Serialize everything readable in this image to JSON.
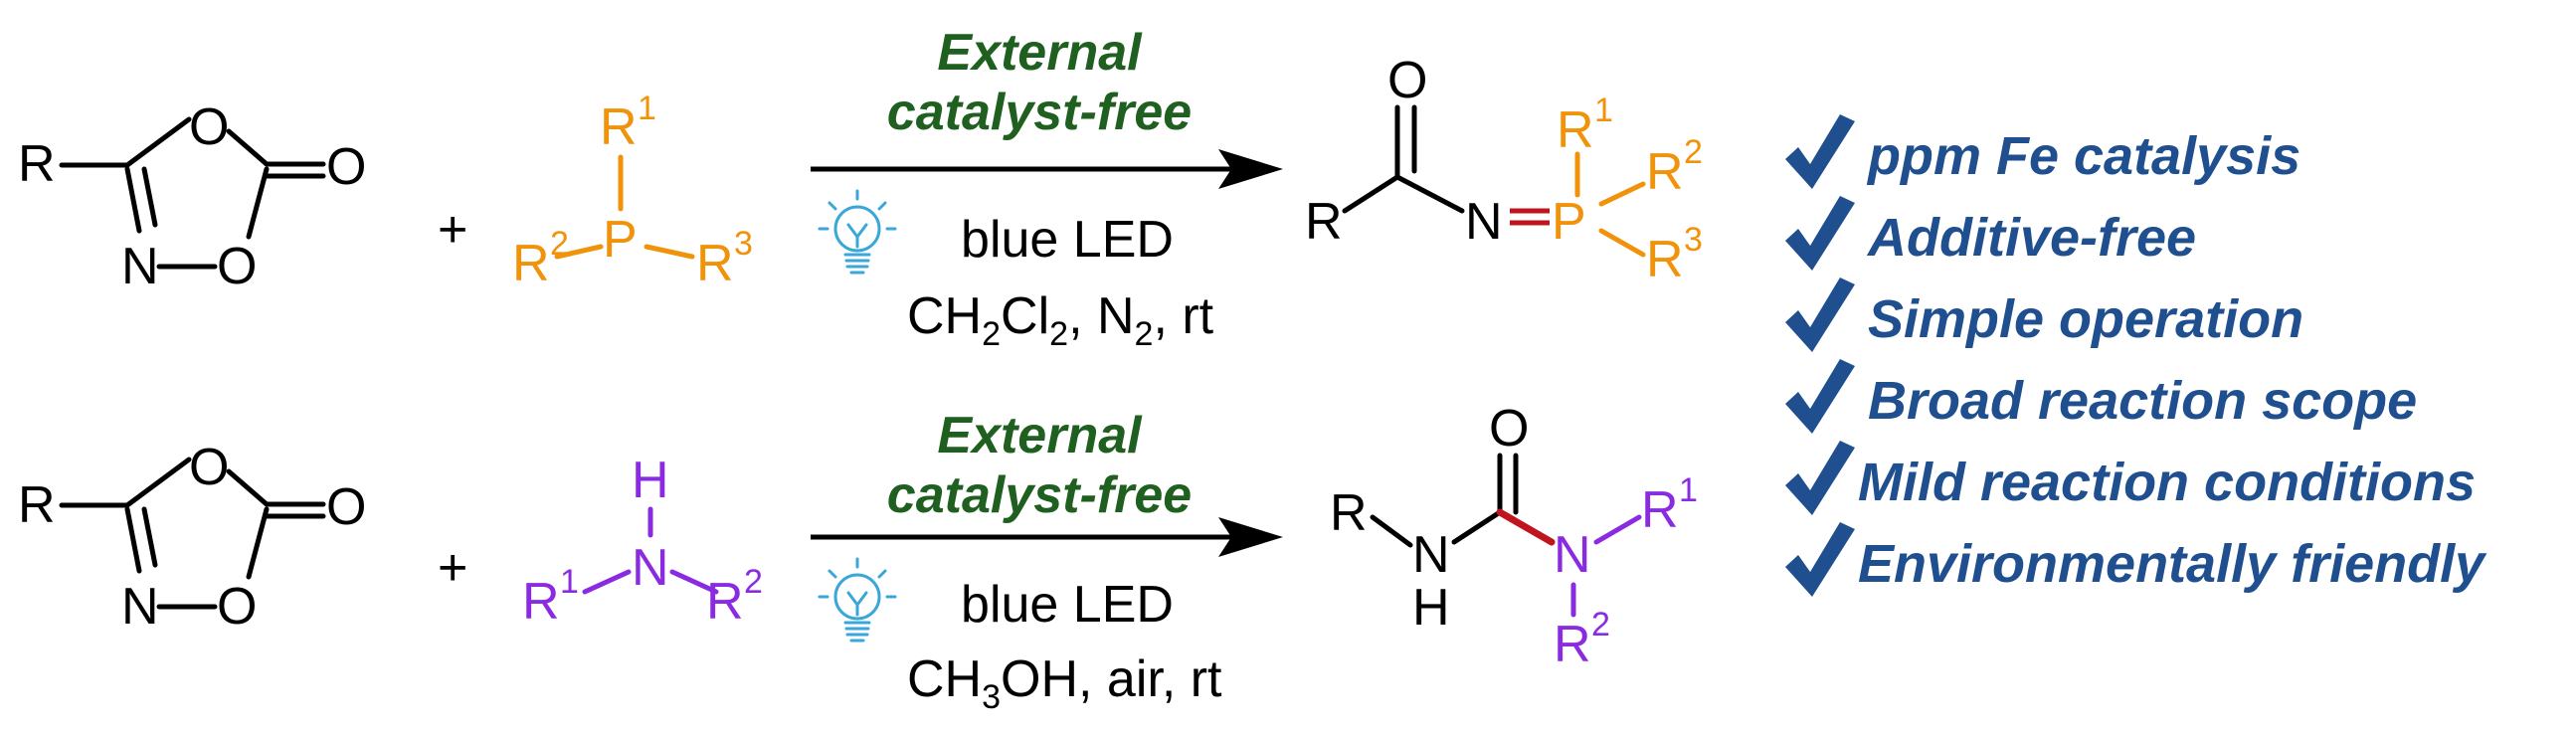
{
  "reaction1": {
    "reactant": {
      "R": "R",
      "O_ring": "O",
      "O_carbonyl": "O",
      "N": "N",
      "O_ring2": "O"
    },
    "plus": "+",
    "phosphine": {
      "P": "P",
      "R": "R",
      "sup1": "1",
      "sup2": "2",
      "sup3": "3"
    },
    "conditions": {
      "catalyst_line1": "External",
      "catalyst_line2": "catalyst-free",
      "light": "blue LED",
      "solvent_CH": "CH",
      "solvent_sub2a": "2",
      "solvent_Cl": "Cl",
      "solvent_sub2b": "2",
      "solvent_rest1": ", N",
      "solvent_sub2c": "2",
      "solvent_rest2": ", rt"
    },
    "product": {
      "O": "O",
      "R": "R",
      "N": "N",
      "P": "P",
      "R1": "R",
      "sup1": "1",
      "R2": "R",
      "sup2": "2",
      "R3": "R",
      "sup3": "3"
    }
  },
  "reaction2": {
    "reactant": {
      "R": "R",
      "O_ring": "O",
      "O_carbonyl": "O",
      "N": "N",
      "O_ring2": "O"
    },
    "plus": "+",
    "amine": {
      "H": "H",
      "N": "N",
      "R": "R",
      "sup1": "1",
      "sup2": "2"
    },
    "conditions": {
      "catalyst_line1": "External",
      "catalyst_line2": "catalyst-free",
      "light": "blue LED",
      "solvent_CH": "CH",
      "solvent_sub3": "3",
      "solvent_rest": "OH, air, rt"
    },
    "product": {
      "R": "R",
      "O": "O",
      "NH_N": "N",
      "NH_H": "H",
      "N2": "N",
      "R1": "R",
      "sup1": "1",
      "R2": "R",
      "sup2": "2"
    }
  },
  "features": [
    "ppm Fe catalysis",
    "Additive-free",
    "Simple operation",
    "Broad reaction scope",
    "Mild reaction conditions",
    "Environmentally friendly"
  ],
  "colors": {
    "catalyst_text": "#1f5f1f",
    "features_text": "#1f4f8f",
    "phosphine": "#f0930a",
    "amine": "#8a2be2",
    "double_bond": "#c0141e",
    "bulb": "#3aa7d8"
  },
  "icons": [
    "lightbulb-icon",
    "checkmark-icon"
  ]
}
